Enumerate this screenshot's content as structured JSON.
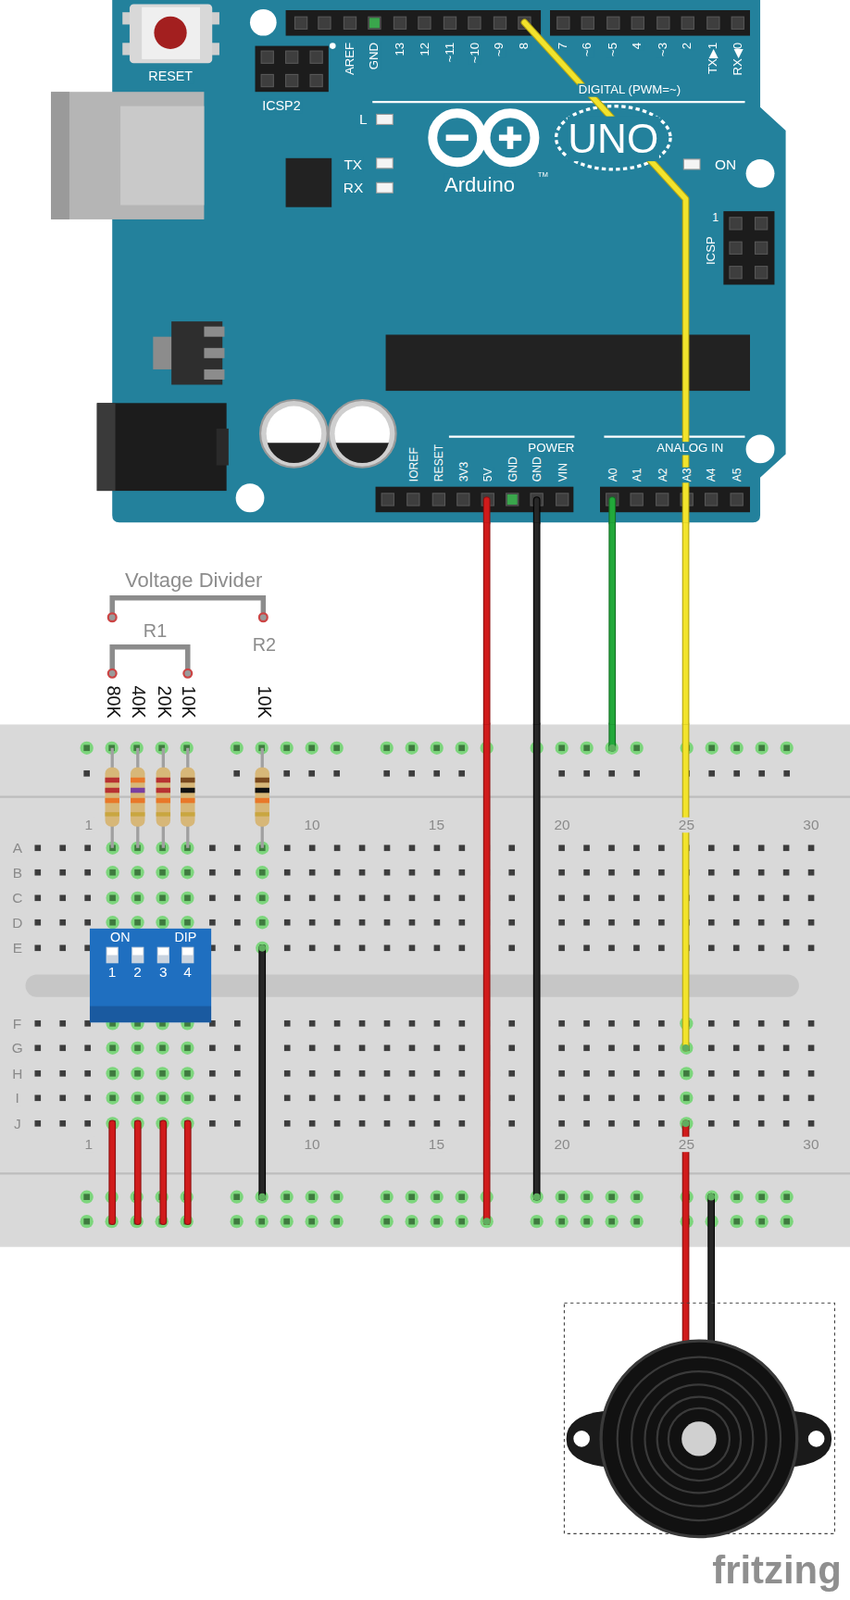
{
  "diagram": {
    "nodes": [
      {
        "text": [
          "RESET",
          "ICSP2",
          "AREF",
          "GND",
          "13",
          "12",
          "~11",
          "~10",
          "~9",
          "8",
          "7",
          "~6",
          "~5",
          "4",
          "~3",
          "2",
          "TX▶1",
          "RX◀0",
          "DIGITAL (PWM=~)",
          "L",
          "TX",
          "RX",
          "ON",
          "Arduino",
          "TM",
          "UNO",
          "ICSP",
          "1",
          "POWER",
          "ANALOG IN",
          "IOREF",
          "RESET",
          "3V3",
          "5V",
          "GND",
          "GND",
          "VIN",
          "A0",
          "A1",
          "A2",
          "A3",
          "A4",
          "A5"
        ]
      },
      {
        "text": [
          "1",
          "10",
          "15",
          "20",
          "25",
          "30",
          "A",
          "B",
          "C",
          "D",
          "E",
          "F",
          "G",
          "H",
          "I",
          "J",
          "1",
          "10",
          "15",
          "20",
          "25",
          "30"
        ]
      },
      {
        "text": [
          "ON",
          "DIP",
          "1",
          "2",
          "3",
          "4"
        ],
        "in": 1
      }
    ],
    "edges": [
      {
        "from": 0,
        "to": 1,
        "arrow": "none"
      },
      {
        "from": 0,
        "to": 1,
        "arrow": "none"
      },
      {
        "from": 0,
        "to": 1,
        "arrow": "none"
      },
      {
        "from": 0,
        "to": 1,
        "arrow": "none"
      }
    ],
    "labels": [
      "Voltage Divider",
      "R1",
      "R2",
      "80K",
      "40K",
      "20K",
      "10K",
      "10K",
      "fritzing"
    ]
  }
}
